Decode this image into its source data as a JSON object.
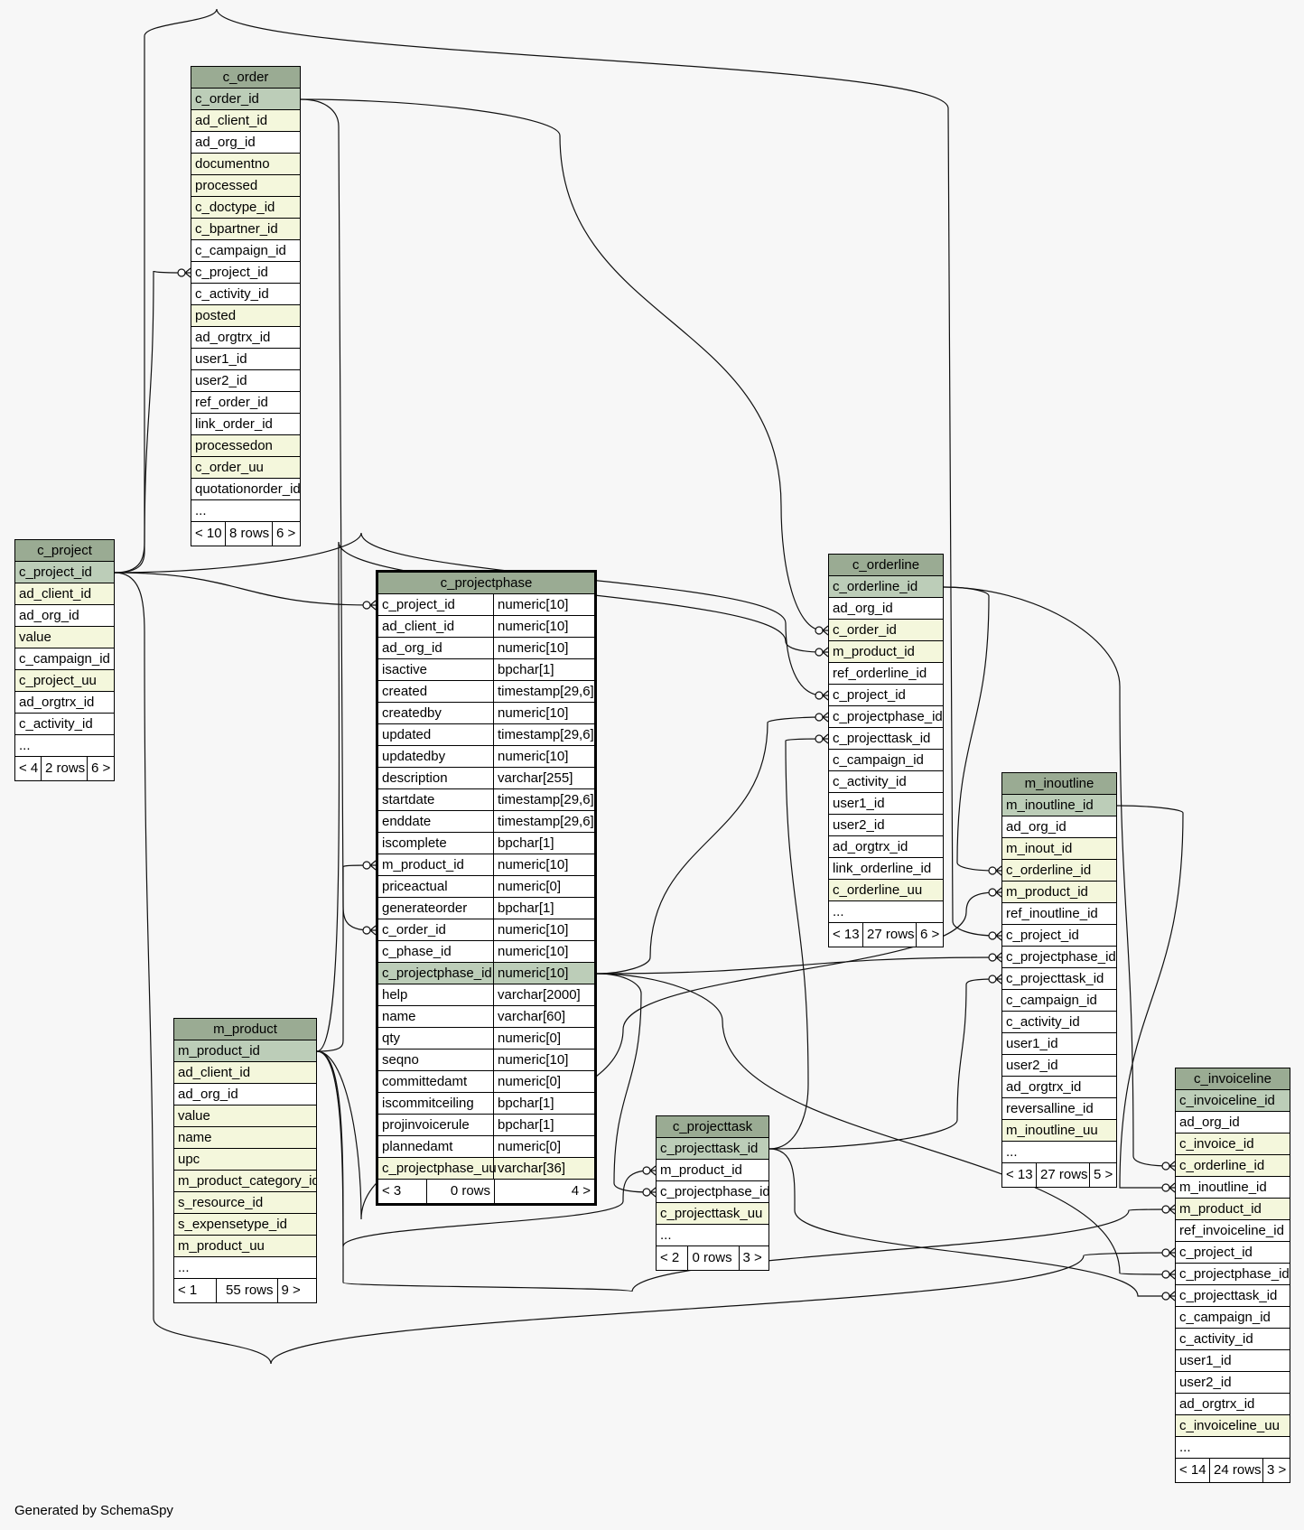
{
  "footer_text": "Generated by SchemaSpy",
  "colors": {
    "header": "#9aab93",
    "primary_key": "#bccdb8",
    "indexed": "#f4f7dc",
    "plain": "#ffffff",
    "background": "#f7f7f7"
  },
  "tables": {
    "c_order": {
      "title": "c_order",
      "columns": [
        "c_order_id",
        "ad_client_id",
        "ad_org_id",
        "documentno",
        "processed",
        "c_doctype_id",
        "c_bpartner_id",
        "c_campaign_id",
        "c_project_id",
        "c_activity_id",
        "posted",
        "ad_orgtrx_id",
        "user1_id",
        "user2_id",
        "ref_order_id",
        "link_order_id",
        "processedon",
        "c_order_uu",
        "quotationorder_id",
        "..."
      ],
      "footer": [
        "< 10",
        "8 rows",
        "6 >"
      ]
    },
    "c_project": {
      "title": "c_project",
      "columns": [
        "c_project_id",
        "ad_client_id",
        "ad_org_id",
        "value",
        "c_campaign_id",
        "c_project_uu",
        "ad_orgtrx_id",
        "c_activity_id",
        "..."
      ],
      "footer": [
        "< 4",
        "2 rows",
        "6 >"
      ]
    },
    "c_projectphase": {
      "title": "c_projectphase",
      "columns": [
        [
          "c_project_id",
          "numeric[10]"
        ],
        [
          "ad_client_id",
          "numeric[10]"
        ],
        [
          "ad_org_id",
          "numeric[10]"
        ],
        [
          "isactive",
          "bpchar[1]"
        ],
        [
          "created",
          "timestamp[29,6]"
        ],
        [
          "createdby",
          "numeric[10]"
        ],
        [
          "updated",
          "timestamp[29,6]"
        ],
        [
          "updatedby",
          "numeric[10]"
        ],
        [
          "description",
          "varchar[255]"
        ],
        [
          "startdate",
          "timestamp[29,6]"
        ],
        [
          "enddate",
          "timestamp[29,6]"
        ],
        [
          "iscomplete",
          "bpchar[1]"
        ],
        [
          "m_product_id",
          "numeric[10]"
        ],
        [
          "priceactual",
          "numeric[0]"
        ],
        [
          "generateorder",
          "bpchar[1]"
        ],
        [
          "c_order_id",
          "numeric[10]"
        ],
        [
          "c_phase_id",
          "numeric[10]"
        ],
        [
          "c_projectphase_id",
          "numeric[10]"
        ],
        [
          "help",
          "varchar[2000]"
        ],
        [
          "name",
          "varchar[60]"
        ],
        [
          "qty",
          "numeric[0]"
        ],
        [
          "seqno",
          "numeric[10]"
        ],
        [
          "committedamt",
          "numeric[0]"
        ],
        [
          "iscommitceiling",
          "bpchar[1]"
        ],
        [
          "projinvoicerule",
          "bpchar[1]"
        ],
        [
          "plannedamt",
          "numeric[0]"
        ],
        [
          "c_projectphase_uu",
          "varchar[36]"
        ]
      ],
      "footer": [
        "< 3",
        "0 rows",
        "4 >"
      ]
    },
    "c_orderline": {
      "title": "c_orderline",
      "columns": [
        "c_orderline_id",
        "ad_org_id",
        "c_order_id",
        "m_product_id",
        "ref_orderline_id",
        "c_project_id",
        "c_projectphase_id",
        "c_projecttask_id",
        "c_campaign_id",
        "c_activity_id",
        "user1_id",
        "user2_id",
        "ad_orgtrx_id",
        "link_orderline_id",
        "c_orderline_uu",
        "..."
      ],
      "footer": [
        "< 13",
        "27 rows",
        "6 >"
      ]
    },
    "m_inoutline": {
      "title": "m_inoutline",
      "columns": [
        "m_inoutline_id",
        "ad_org_id",
        "m_inout_id",
        "c_orderline_id",
        "m_product_id",
        "ref_inoutline_id",
        "c_project_id",
        "c_projectphase_id",
        "c_projecttask_id",
        "c_campaign_id",
        "c_activity_id",
        "user1_id",
        "user2_id",
        "ad_orgtrx_id",
        "reversalline_id",
        "m_inoutline_uu",
        "..."
      ],
      "footer": [
        "< 13",
        "27 rows",
        "5 >"
      ]
    },
    "m_product": {
      "title": "m_product",
      "columns": [
        "m_product_id",
        "ad_client_id",
        "ad_org_id",
        "value",
        "name",
        "upc",
        "m_product_category_id",
        "s_resource_id",
        "s_expensetype_id",
        "m_product_uu",
        "..."
      ],
      "footer": [
        "< 1",
        "55 rows",
        "9 >"
      ]
    },
    "c_projecttask": {
      "title": "c_projecttask",
      "columns": [
        "c_projecttask_id",
        "m_product_id",
        "c_projectphase_id",
        "c_projecttask_uu",
        "..."
      ],
      "footer": [
        "< 2",
        "0 rows",
        "3 >"
      ]
    },
    "c_invoiceline": {
      "title": "c_invoiceline",
      "columns": [
        "c_invoiceline_id",
        "ad_org_id",
        "c_invoice_id",
        "c_orderline_id",
        "m_inoutline_id",
        "m_product_id",
        "ref_invoiceline_id",
        "c_project_id",
        "c_projectphase_id",
        "c_projecttask_id",
        "c_campaign_id",
        "c_activity_id",
        "user1_id",
        "user2_id",
        "ad_orgtrx_id",
        "c_invoiceline_uu",
        "..."
      ],
      "footer": [
        "< 14",
        "24 rows",
        "3 >"
      ]
    }
  }
}
